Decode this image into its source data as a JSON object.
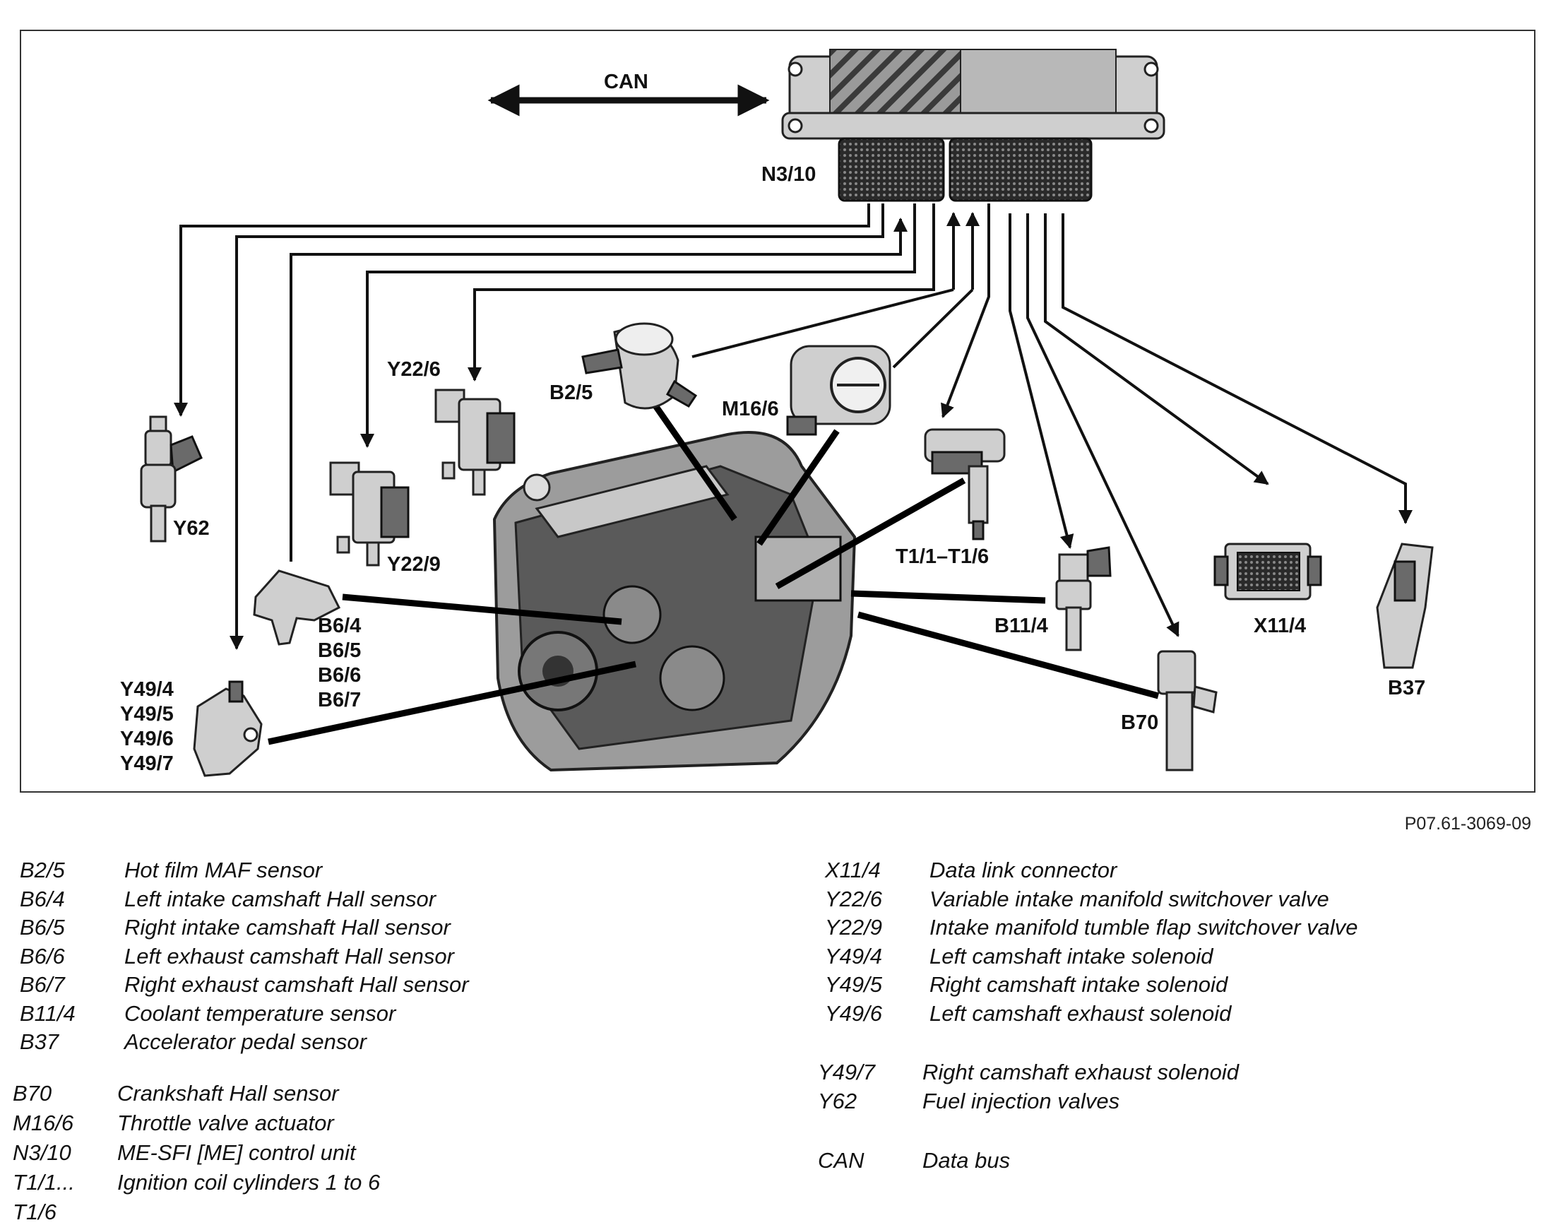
{
  "diagram": {
    "labels": {
      "can": "CAN",
      "ecu": "N3/10",
      "injector": "Y62",
      "y22_6": "Y22/6",
      "y22_9": "Y22/9",
      "maf": "B2/5",
      "throttle": "M16/6",
      "coil": "T1/1–T1/6",
      "coolant": "B11/4",
      "dlc": "X11/4",
      "pedal": "B37",
      "crank": "B70",
      "cam_sensors": [
        "B6/4",
        "B6/5",
        "B6/6",
        "B6/7"
      ],
      "cam_solenoids": [
        "Y49/4",
        "Y49/5",
        "Y49/6",
        "Y49/7"
      ]
    },
    "figure_code": "P07.61-3069-09"
  },
  "legend": {
    "left_block_a": [
      {
        "code": "B2/5",
        "desc": "Hot film MAF sensor"
      },
      {
        "code": "B6/4",
        "desc": "Left intake camshaft Hall sensor"
      },
      {
        "code": "B6/5",
        "desc": "Right intake camshaft Hall sensor"
      },
      {
        "code": "B6/6",
        "desc": "Left exhaust camshaft Hall sensor"
      },
      {
        "code": "B6/7",
        "desc": "Right exhaust camshaft Hall sensor"
      },
      {
        "code": "B11/4",
        "desc": "Coolant temperature sensor"
      },
      {
        "code": "B37",
        "desc": "Accelerator pedal sensor"
      }
    ],
    "left_block_b": [
      {
        "code": "B70",
        "desc": "Crankshaft Hall sensor"
      },
      {
        "code": "M16/6",
        "desc": "Throttle valve actuator"
      },
      {
        "code": "N3/10",
        "desc": "ME-SFI [ME] control unit"
      },
      {
        "code": "T1/1...",
        "desc": "Ignition coil cylinders 1 to 6"
      },
      {
        "code": "T1/6",
        "desc": ""
      }
    ],
    "right_block_a": [
      {
        "code": "X11/4",
        "desc": "Data link connector"
      },
      {
        "code": "Y22/6",
        "desc": "Variable intake manifold switchover valve"
      },
      {
        "code": "Y22/9",
        "desc": "Intake manifold tumble flap switchover valve"
      },
      {
        "code": "Y49/4",
        "desc": "Left camshaft intake solenoid"
      },
      {
        "code": "Y49/5",
        "desc": "Right camshaft intake solenoid"
      },
      {
        "code": "Y49/6",
        "desc": "Left camshaft exhaust solenoid"
      }
    ],
    "right_block_b": [
      {
        "code": "Y49/7",
        "desc": "Right camshaft exhaust solenoid"
      },
      {
        "code": "Y62",
        "desc": "Fuel injection valves"
      }
    ],
    "right_block_c": [
      {
        "code": "CAN",
        "desc": "Data bus"
      }
    ]
  }
}
